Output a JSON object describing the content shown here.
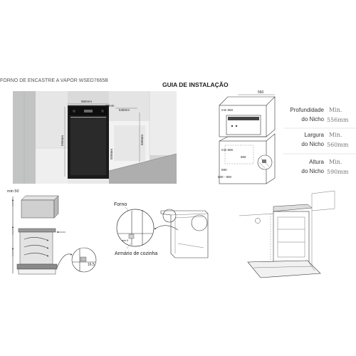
{
  "header": {
    "product_title": "FORNO DE ENCASTRE A VAPOR WSED7665B",
    "guide_title": "GUIA DE INSTALAÇÃO"
  },
  "photo_dimensions": {
    "oven_width": "592mm",
    "top_gap": "20mm",
    "depth": "548mm",
    "niche_height_right": "560mm",
    "oven_height": "595mm",
    "niche_height": "550mm"
  },
  "niche_drawing": {
    "top_width": "560",
    "upper_depth": "min 550",
    "lower_depth": "min 555",
    "lower_width": "560",
    "height": "590",
    "height_range": "600 - 900"
  },
  "niche_specs": [
    {
      "label": [
        "Profundidade",
        "do Nicho"
      ],
      "value": [
        "Min.",
        "556mm"
      ]
    },
    {
      "label": [
        "Largura",
        "do Nicho"
      ],
      "value": [
        "Min.",
        "560mm"
      ]
    },
    {
      "label": [
        "Altura",
        "do Nicho"
      ],
      "value": [
        "Min.",
        "590mm"
      ]
    }
  ],
  "ventilation_diagram": {
    "top_clearance": "min 50",
    "detail_value": "16.5"
  },
  "mounting_diagram": {
    "oven_label": "Forno",
    "detail_gap": "min.5",
    "cabinet_label": "Armário de cozinha"
  },
  "colors": {
    "oven": "#1b1b1b",
    "countertop": "#aeaeae",
    "wall": "#d3d4d4"
  }
}
